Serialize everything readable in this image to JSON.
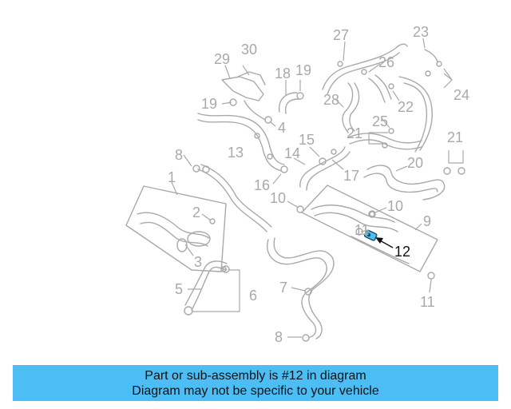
{
  "diagram": {
    "callouts": {
      "c1": "1",
      "c2": "2",
      "c3": "3",
      "c4": "4",
      "c5": "5",
      "c6": "6",
      "c7": "7",
      "c8a": "8",
      "c8b": "8",
      "c9": "9",
      "c10a": "10",
      "c10b": "10",
      "c11a": "11",
      "c11b": "11",
      "c12": "12",
      "c13": "13",
      "c14": "14",
      "c15": "15",
      "c16": "16",
      "c17": "17",
      "c18": "18",
      "c19a": "19",
      "c19b": "19",
      "c20": "20",
      "c21a": "21",
      "c21b": "21",
      "c22": "22",
      "c23": "23",
      "c24": "24",
      "c25": "25",
      "c26": "26",
      "c27": "27",
      "c28": "28",
      "c29": "29",
      "c30": "30"
    },
    "highlighted_part": "12",
    "highlight_color": "#4dbdf5",
    "line_color": "#a9a9a9"
  },
  "banner": {
    "line1": "Part or sub-assembly is #12 in diagram",
    "line2": "Diagram may not be specific to your vehicle",
    "background": "#4dbdf5"
  }
}
